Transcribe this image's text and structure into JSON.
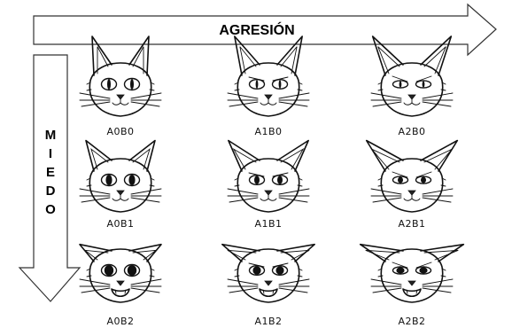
{
  "axes": {
    "horizontal_label": "AGRESIÓN",
    "vertical_label": [
      "M",
      "I",
      "E",
      "D",
      "O"
    ]
  },
  "faces": [
    {
      "code": "A0B0",
      "row": 0,
      "col": 0,
      "aggression": 0,
      "fear": 0
    },
    {
      "code": "A1B0",
      "row": 0,
      "col": 1,
      "aggression": 1,
      "fear": 0
    },
    {
      "code": "A2B0",
      "row": 0,
      "col": 2,
      "aggression": 2,
      "fear": 0
    },
    {
      "code": "A0B1",
      "row": 1,
      "col": 0,
      "aggression": 0,
      "fear": 1
    },
    {
      "code": "A1B1",
      "row": 1,
      "col": 1,
      "aggression": 1,
      "fear": 1
    },
    {
      "code": "A2B1",
      "row": 1,
      "col": 2,
      "aggression": 2,
      "fear": 1
    },
    {
      "code": "A0B2",
      "row": 2,
      "col": 0,
      "aggression": 0,
      "fear": 2
    },
    {
      "code": "A1B2",
      "row": 2,
      "col": 1,
      "aggression": 1,
      "fear": 2
    },
    {
      "code": "A2B2",
      "row": 2,
      "col": 2,
      "aggression": 2,
      "fear": 2
    }
  ]
}
